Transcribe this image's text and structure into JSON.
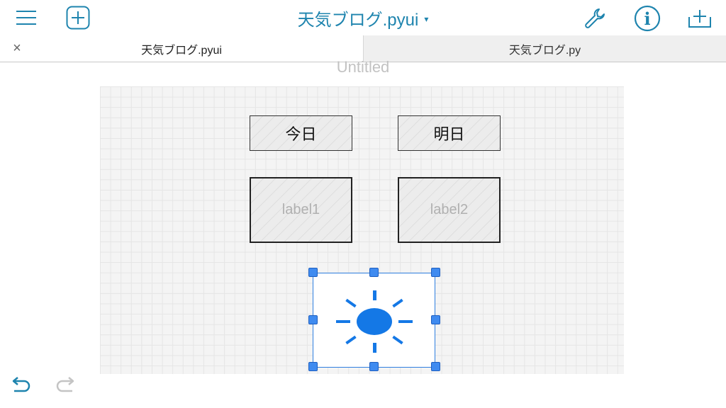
{
  "toolbar": {
    "title": "天気ブログ.pyui",
    "title_caret": "▾",
    "menu_icon": "hamburger-menu-icon",
    "add_icon": "plus-square-icon",
    "wrench_icon": "wrench-icon",
    "info_icon": "info-icon",
    "info_glyph": "i",
    "share_icon": "add-to-tray-icon"
  },
  "tabs": [
    {
      "label": "天気ブログ.pyui",
      "active": true
    },
    {
      "label": "天気ブログ.py",
      "active": false
    }
  ],
  "tab_close_glyph": "×",
  "editor": {
    "view_title": "Untitled",
    "buttons": [
      {
        "label": "今日"
      },
      {
        "label": "明日"
      }
    ],
    "labels": [
      {
        "text": "label1"
      },
      {
        "text": "label2"
      }
    ],
    "image_view": {
      "icon": "sun-icon",
      "selected": true
    }
  },
  "bottom": {
    "undo_icon": "undo-arrow-icon",
    "redo_icon": "redo-arrow-icon"
  },
  "colors": {
    "accent": "#1E84AE",
    "selection": "#3F8BF0",
    "sun": "#1478E6"
  }
}
